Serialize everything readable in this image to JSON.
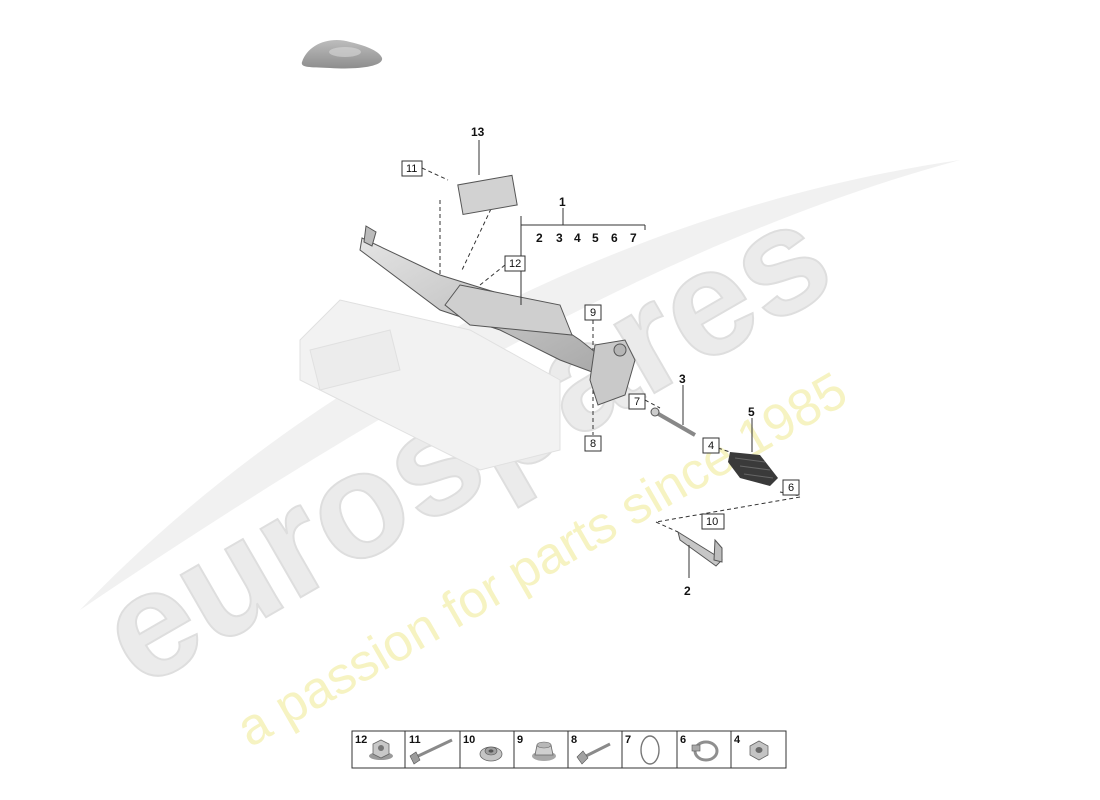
{
  "watermark": {
    "brand": "eurospares",
    "tagline": "a passion for parts since 1985"
  },
  "group_header": {
    "main_number": "1",
    "sub_numbers": [
      "2",
      "3",
      "4",
      "5",
      "6",
      "7"
    ]
  },
  "callouts": {
    "bold": [
      {
        "id": "13",
        "label": "13"
      },
      {
        "id": "3",
        "label": "3"
      },
      {
        "id": "5",
        "label": "5"
      },
      {
        "id": "2",
        "label": "2"
      }
    ],
    "boxed": [
      {
        "id": "11",
        "label": "11"
      },
      {
        "id": "12",
        "label": "12"
      },
      {
        "id": "9",
        "label": "9"
      },
      {
        "id": "7",
        "label": "7"
      },
      {
        "id": "8",
        "label": "8"
      },
      {
        "id": "4",
        "label": "4"
      },
      {
        "id": "6",
        "label": "6"
      },
      {
        "id": "10",
        "label": "10"
      }
    ]
  },
  "legend": [
    {
      "number": "12",
      "icon": "flange-nut-icon"
    },
    {
      "number": "11",
      "icon": "long-bolt-icon"
    },
    {
      "number": "10",
      "icon": "washer-nut-icon"
    },
    {
      "number": "9",
      "icon": "dome-nut-icon"
    },
    {
      "number": "8",
      "icon": "bolt-icon"
    },
    {
      "number": "7",
      "icon": "o-ring-icon"
    },
    {
      "number": "6",
      "icon": "hose-clamp-icon"
    },
    {
      "number": "4",
      "icon": "hex-nut-icon"
    }
  ],
  "colors": {
    "line": "#333333",
    "part_fill": "#d6d6d6",
    "part_shade": "#a9a9a9",
    "watermark_gray": "#e6e6e6",
    "watermark_yellow": "#f4f1b8"
  }
}
